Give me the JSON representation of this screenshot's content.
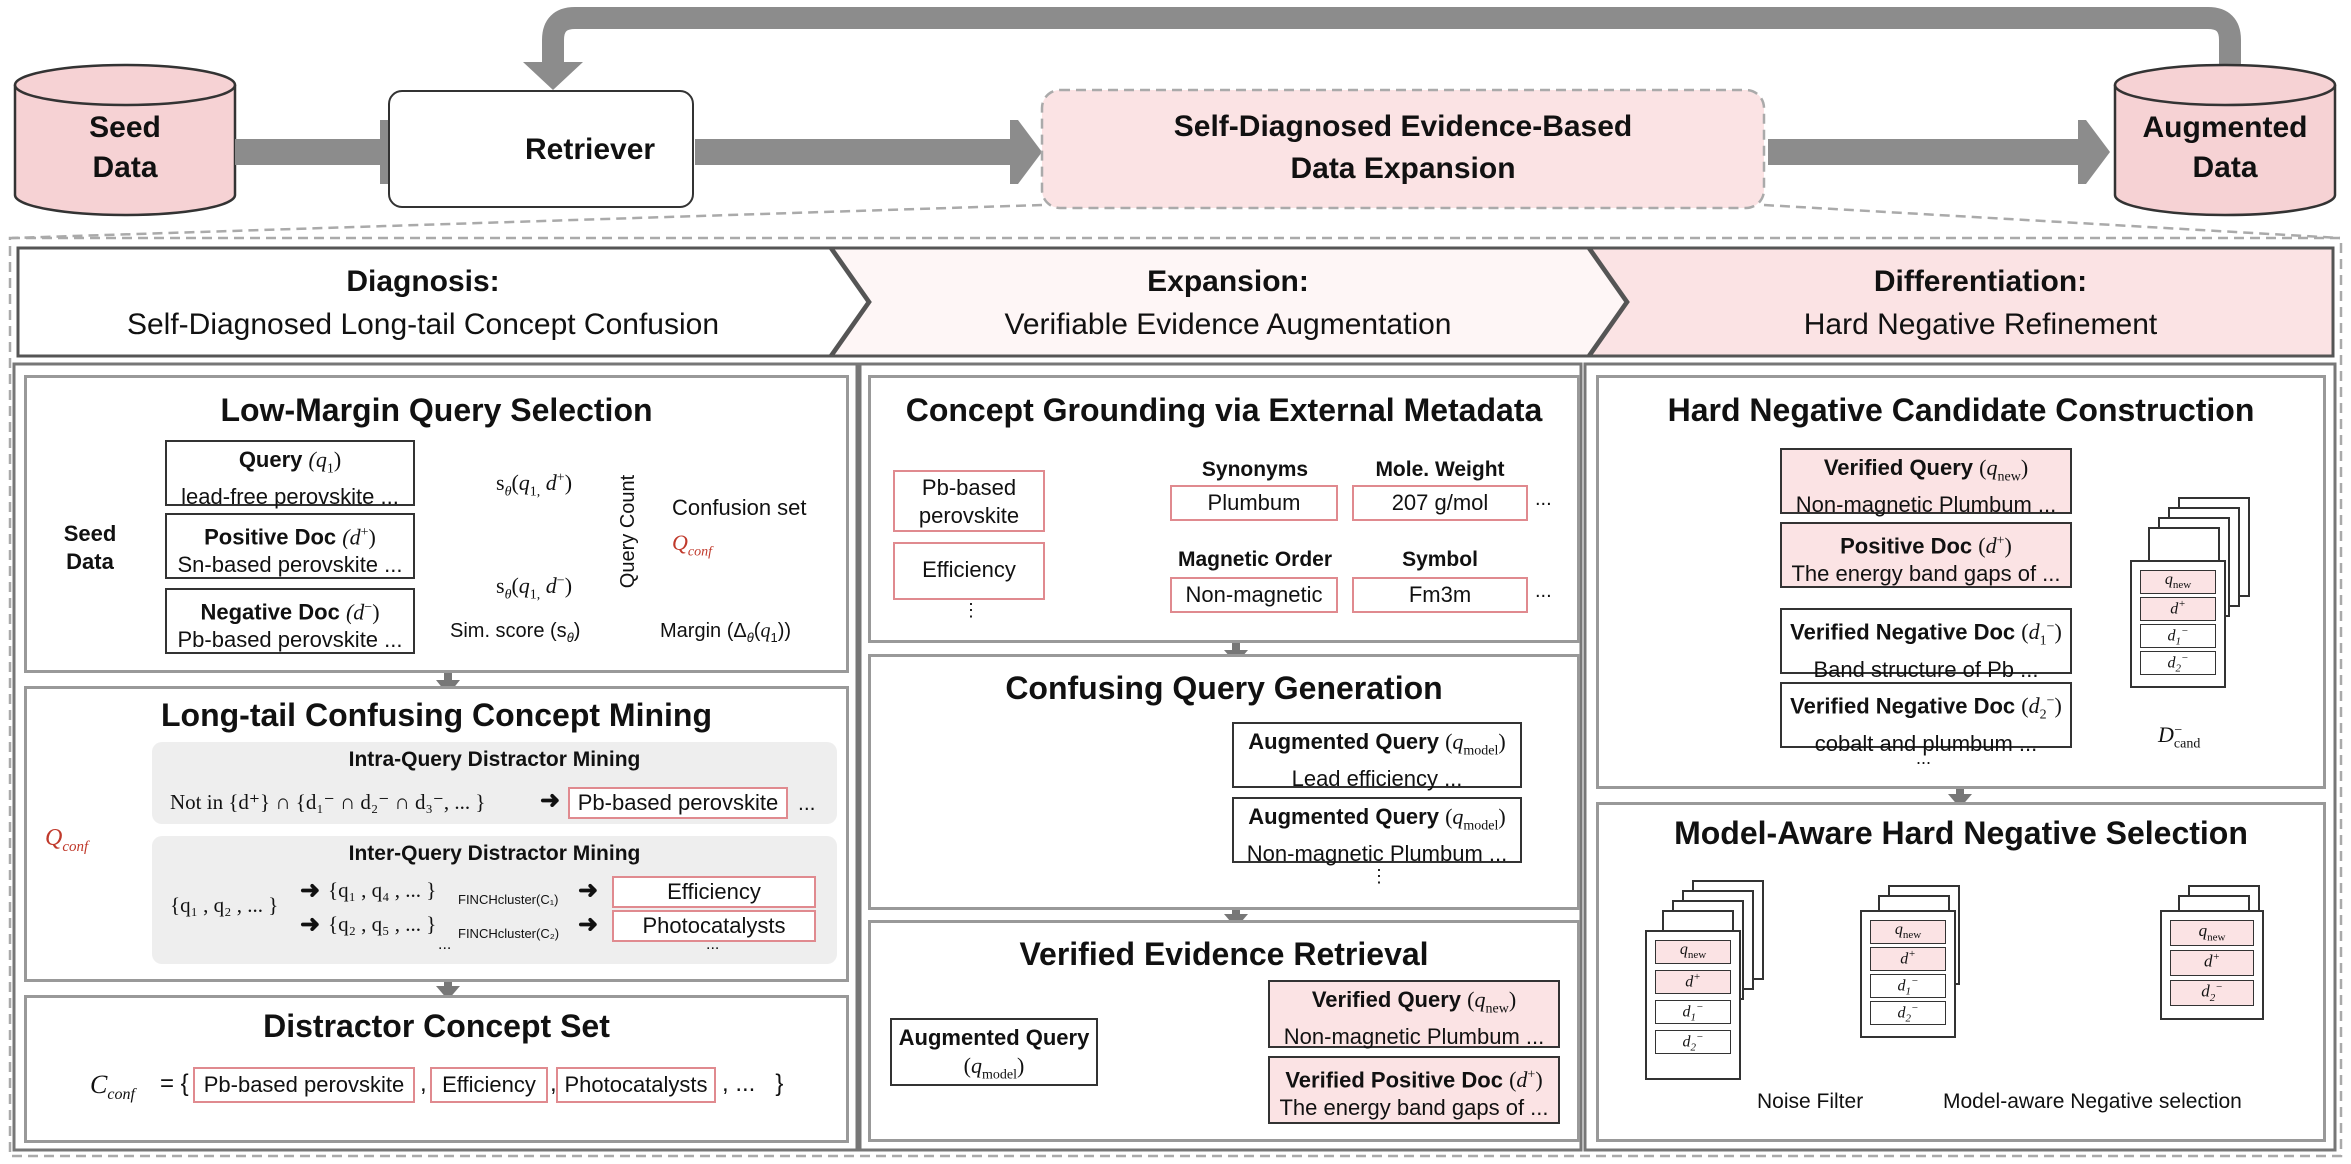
{
  "top": {
    "seed_data": "Seed\nData",
    "retriever": "Retriever",
    "expansion_title_1": "Self-Diagnosed Evidence-Based",
    "expansion_title_2": "Data Expansion",
    "augmented_data": "Augmented\nData"
  },
  "stages": [
    {
      "title": "Diagnosis:",
      "subtitle": "Self-Diagnosed Long-tail Concept Confusion"
    },
    {
      "title": "Expansion:",
      "subtitle": "Verifiable Evidence Augmentation"
    },
    {
      "title": "Differentiation:",
      "subtitle": "Hard Negative Refinement"
    }
  ],
  "diagnosis": {
    "low_margin": {
      "title": "Low-Margin Query Selection",
      "seed": "Seed\nData",
      "query_label": "Query",
      "query_sym": "(q",
      "query_text": "lead-free perovskite ...",
      "pos_label": "Positive Doc",
      "pos_text": "Sn-based perovskite ...",
      "neg_label": "Negative Doc",
      "neg_text": "Pb-based perovskite ...",
      "s_pos": "s",
      "s_neg": "s",
      "sim_score": "Sim. score (s",
      "query_count": "Query Count",
      "confusion_set": "Confusion set",
      "q_conf": "Q",
      "margin": "Margin (Δ"
    },
    "mining": {
      "title": "Long-tail Confusing Concept Mining",
      "intra_title": "Intra-Query Distractor Mining",
      "intra_expr": "Not in {d⁺} ∩ {d₁⁻ ∩ d₂⁻ ∩ d₃⁻, ... }",
      "intra_result": "Pb-based perovskite",
      "intra_ellipsis": "...",
      "q_conf": "Q",
      "inter_title": "Inter-Query Distractor Mining",
      "inter_set": "{q₁ , q₂ , ... }",
      "inter_row1": "{q₁ , q₄ , ... }",
      "inter_row2": "{q₂ , q₅ , ... }",
      "finch1": "FINCHcluster(C₁)",
      "finch2": "FINCHcluster(C₂)",
      "inter_result1": "Efficiency",
      "inter_result2": "Photocatalysts",
      "inter_ellipsis_row": "...",
      "inter_ellipsis_bottom": "..."
    },
    "distractor": {
      "title": "Distractor Concept Set",
      "c_conf": "C",
      "items": [
        "Pb-based perovskite",
        "Efficiency",
        "Photocatalysts"
      ],
      "ellipsis": "..."
    }
  },
  "expansion": {
    "grounding": {
      "title": "Concept Grounding via External Metadata",
      "concepts": [
        "Pb-based\nperovskite",
        "Efficiency"
      ],
      "concept_more": "⋮",
      "col1_h1": "Synonyms",
      "col2_h1": "Mole. Weight",
      "col1_v1": "Plumbum",
      "col2_v1": "207 g/mol",
      "col1_h2": "Magnetic Order",
      "col2_h2": "Symbol",
      "col1_v2": "Non-magnetic",
      "col2_v2": "Fm3m",
      "more": "..."
    },
    "confusing": {
      "title": "Confusing Query Generation",
      "aug1_label": "Augmented Query",
      "aug1_text": "Lead efficiency ...",
      "aug2_label": "Augmented Query",
      "aug2_text": "Non-magnetic Plumbum ...",
      "more": "⋮"
    },
    "verified": {
      "title": "Verified Evidence Retrieval",
      "aug_label": "Augmented Query",
      "vq_label": "Verified Query",
      "vq_text": "Non-magnetic Plumbum ...",
      "vp_label": "Verified Positive Doc",
      "vp_text": "The energy band gaps of ..."
    }
  },
  "differentiation": {
    "candidate": {
      "title": "Hard Negative Candidate Construction",
      "vq_label": "Verified Query",
      "vq_text": "Non-magnetic Plumbum ...",
      "pos_label": "Positive Doc",
      "pos_text": "The energy band gaps of ...",
      "vn1_label": "Verified Negative Doc",
      "vn1_text": "Band structure of Pb ...",
      "vn2_label": "Verified Negative Doc",
      "vn2_text": "cobalt and plumbum ...",
      "more": "...",
      "d_cand": "D"
    },
    "selection": {
      "title": "Model-Aware Hard Negative Selection",
      "noise_filter": "Noise Filter",
      "model_aware": "Model-aware Negative selection"
    }
  },
  "colors": {
    "pink_fill": "#f6d2d4",
    "pink_border": "#e08a8f",
    "arrow_gray": "#8c8c8c"
  }
}
